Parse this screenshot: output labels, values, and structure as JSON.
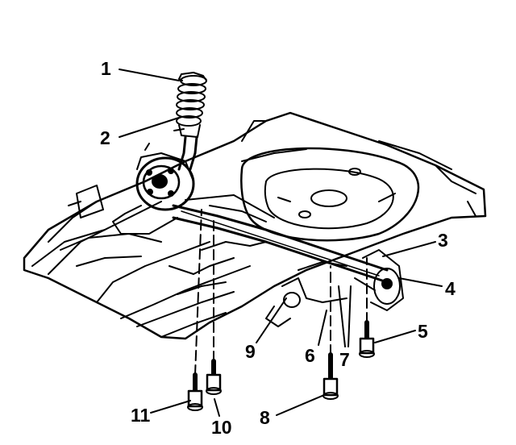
{
  "callouts": [
    {
      "id": "1",
      "text": "1"
    },
    {
      "id": "2",
      "text": "2"
    },
    {
      "id": "3",
      "text": "3"
    },
    {
      "id": "4",
      "text": "4"
    },
    {
      "id": "5",
      "text": "5"
    },
    {
      "id": "6",
      "text": "6"
    },
    {
      "id": "7",
      "text": "7"
    },
    {
      "id": "8",
      "text": "8"
    },
    {
      "id": "9",
      "text": "9"
    },
    {
      "id": "10",
      "text": "10"
    },
    {
      "id": "11",
      "text": "11"
    }
  ],
  "colors": {
    "ink": "#000000",
    "paper": "#ffffff",
    "shade": "#d8d8d8"
  }
}
